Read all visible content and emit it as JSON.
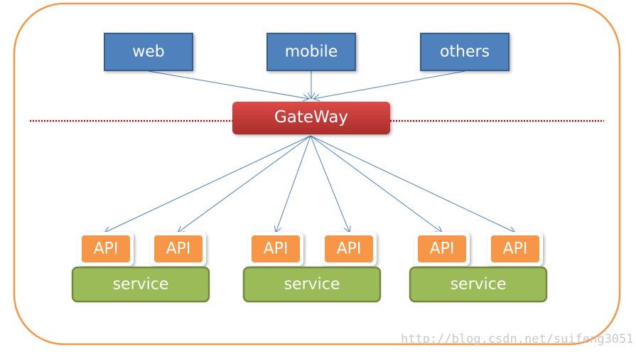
{
  "clients": [
    {
      "label": "web"
    },
    {
      "label": "mobile"
    },
    {
      "label": "others"
    }
  ],
  "gateway": {
    "label": "GateWay"
  },
  "services": [
    {
      "label": "service",
      "apis": [
        "API",
        "API"
      ]
    },
    {
      "label": "service",
      "apis": [
        "API",
        "API"
      ]
    },
    {
      "label": "service",
      "apis": [
        "API",
        "API"
      ]
    }
  ],
  "watermark": "http://blog.csdn.net/suifeng3051",
  "colors": {
    "border": "#f79646",
    "client_fill": "#4f81bd",
    "gateway_fill": "#d04340",
    "api_fill": "#f79646",
    "service_fill": "#9bbb59",
    "arrow": "#4a7ebb",
    "divider": "#c00000"
  }
}
